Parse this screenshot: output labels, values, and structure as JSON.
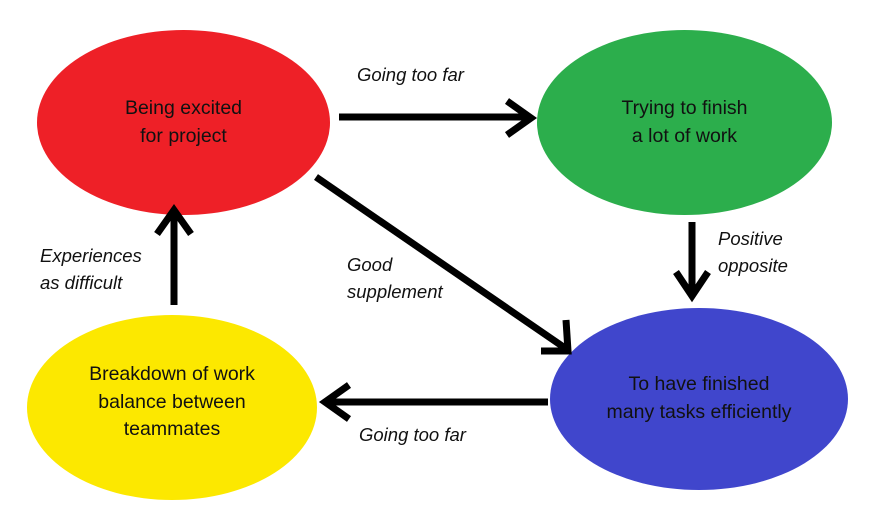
{
  "diagram": {
    "type": "cycle-diagram",
    "background_color": "#ffffff",
    "arrow_color": "#000000",
    "text_color": "#111111",
    "nodes": [
      {
        "id": "excited",
        "label": "Being excited\nfor project",
        "color": "#EE2027",
        "shape": "ellipse",
        "position": "top-left"
      },
      {
        "id": "trying",
        "label": "Trying to finish\na lot of work",
        "color": "#2CAE4C",
        "shape": "ellipse",
        "position": "top-right"
      },
      {
        "id": "finished",
        "label": "To have finished\nmany tasks efficiently",
        "color": "#4046CC",
        "shape": "ellipse",
        "position": "bottom-right"
      },
      {
        "id": "breakdown",
        "label": "Breakdown of work\nbalance between\nteammates",
        "color": "#FCE800",
        "shape": "ellipse",
        "position": "bottom-left"
      }
    ],
    "edges": [
      {
        "id": "excited-to-trying",
        "from": "excited",
        "to": "trying",
        "label": "Going too far",
        "direction": "right"
      },
      {
        "id": "trying-to-finished",
        "from": "trying",
        "to": "finished",
        "label": "Positive\nopposite",
        "direction": "down"
      },
      {
        "id": "finished-to-breakdown",
        "from": "finished",
        "to": "breakdown",
        "label": "Going too far",
        "direction": "left"
      },
      {
        "id": "breakdown-to-excited",
        "from": "breakdown",
        "to": "excited",
        "label": "Experiences\nas difficult",
        "direction": "up"
      },
      {
        "id": "excited-to-finished",
        "from": "excited",
        "to": "finished",
        "label": "Good\nsupplement",
        "direction": "diagonal-down-right"
      }
    ]
  }
}
